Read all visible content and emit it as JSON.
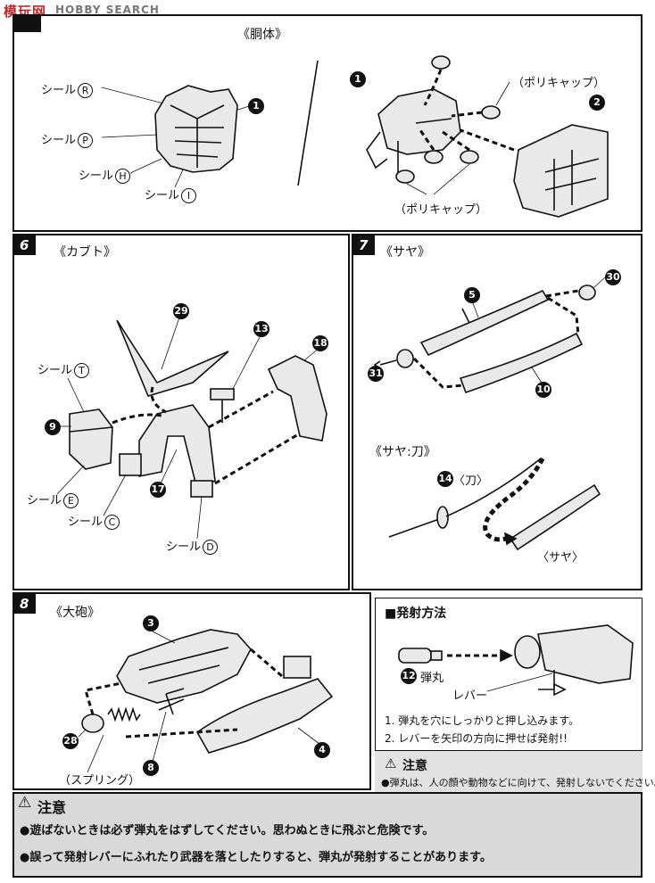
{
  "watermark": {
    "brand": "模玩网",
    "text": "HOBBY SEARCH"
  },
  "step5": {
    "title": "《胴体》",
    "labels": [
      "シール",
      "シール",
      "シール",
      "シール"
    ],
    "seals": [
      "R",
      "P",
      "H",
      "I"
    ],
    "parts": [
      "1",
      "1",
      "2"
    ],
    "polycap_top": "（ポリキャップ）",
    "polycap_bottom": "（ポリキャップ）"
  },
  "step6": {
    "num": "6",
    "title": "《カブト》",
    "seal_label": "シール",
    "seals": [
      "T",
      "E",
      "C",
      "D"
    ],
    "parts": [
      "29",
      "13",
      "18",
      "9",
      "17"
    ]
  },
  "step7": {
    "num": "7",
    "title": "《サヤ》",
    "parts": [
      "5",
      "30",
      "31",
      "10",
      "14"
    ],
    "subtitle": "《サヤ:刀》",
    "katana_label": "〈刀〉",
    "saya_label": "〈サヤ〉"
  },
  "step8": {
    "num": "8",
    "title": "《大砲》",
    "parts": [
      "3",
      "28",
      "8",
      "4"
    ],
    "spring": "（スプリング）"
  },
  "firing": {
    "title": "■発射方法",
    "bullet_num": "12",
    "bullet_label": "弾丸",
    "lever_label": "レバー",
    "steps": [
      "1. 弾丸を穴にしっかりと押し込みます。",
      "2. レバーを矢印の方向に押せば発射!!"
    ],
    "caution_title": "注意",
    "caution_text": "●弾丸は、人の顔や動物などに向けて、発射しないでください。"
  },
  "caution": {
    "title": "注意",
    "lines": [
      "●遊ばないときは必ず弾丸をはずしてください。思わぬときに飛ぶと危険です。",
      "●誤って発射レバーにふれたり武器を落としたりすると、弾丸が発射することがあります。"
    ]
  }
}
